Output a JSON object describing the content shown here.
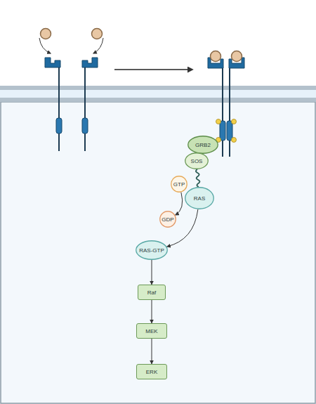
{
  "diagram": {
    "nodes": [
      {
        "text": [
          "GRB2"
        ]
      },
      {
        "text": [
          "SOS"
        ]
      },
      {
        "text": [
          "GTP"
        ]
      },
      {
        "text": [
          "RAS"
        ]
      },
      {
        "text": [
          "GDP"
        ]
      },
      {
        "text": [
          "RAS-GTP"
        ]
      },
      {
        "text": [
          "Raf"
        ]
      },
      {
        "text": [
          "MEK"
        ]
      },
      {
        "text": [
          "ERK"
        ]
      }
    ],
    "edges": [
      {
        "from": 1,
        "to": 3,
        "arrow": "none"
      },
      {
        "from": 2,
        "to": 4,
        "arrow": "to"
      },
      {
        "from": 3,
        "to": 5,
        "arrow": "to"
      },
      {
        "from": 5,
        "to": 6,
        "arrow": "to"
      },
      {
        "from": 6,
        "to": 7,
        "arrow": "to"
      },
      {
        "from": 7,
        "to": 8,
        "arrow": "to"
      }
    ]
  }
}
